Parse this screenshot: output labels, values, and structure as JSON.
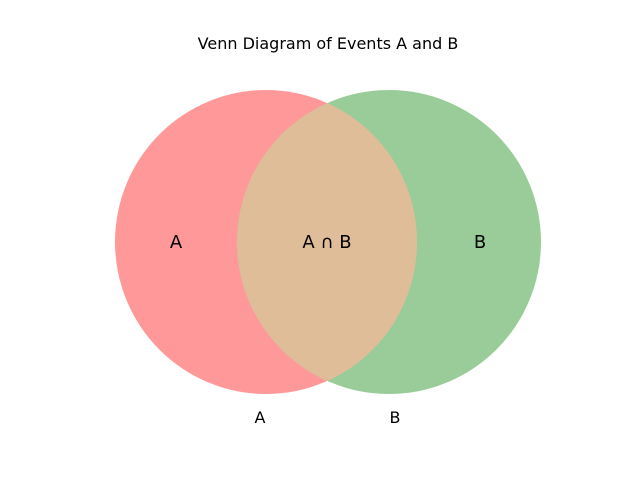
{
  "title": "Venn Diagram of Events A and B",
  "sets": [
    {
      "name": "A",
      "color": "#ff9999"
    },
    {
      "name": "B",
      "color": "#99cc99"
    }
  ],
  "overlap_color": "#e0bd99",
  "region_labels": {
    "only_a": "A",
    "intersection": "A ∩ B",
    "only_b": "B"
  },
  "set_labels": {
    "a": "A",
    "b": "B"
  }
}
